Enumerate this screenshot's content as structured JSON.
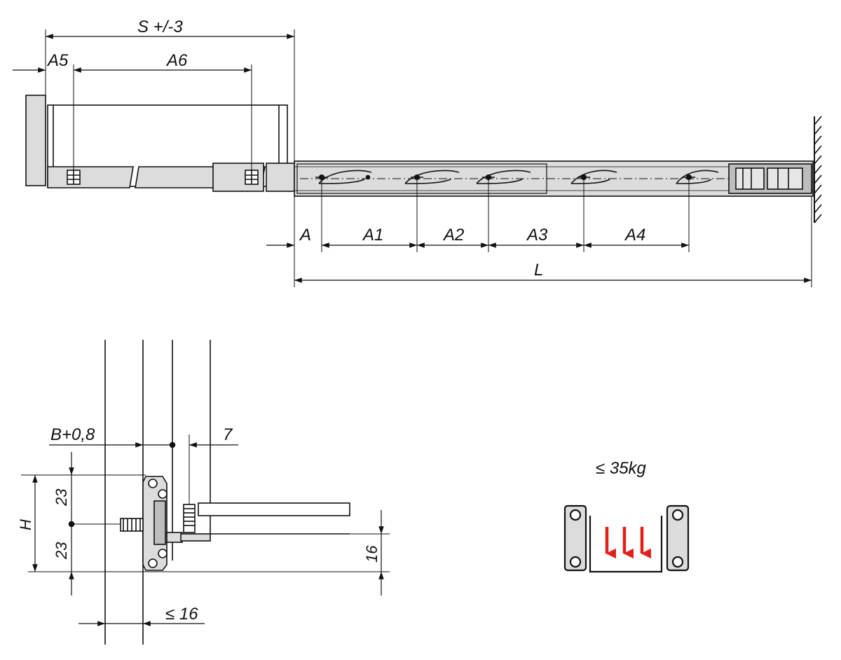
{
  "top_view": {
    "dims": {
      "stroke": "S +/-3",
      "a5": "A5",
      "a6": "A6",
      "a": "A",
      "a1": "A1",
      "a2": "A2",
      "a3": "A3",
      "a4": "A4",
      "length": "L"
    }
  },
  "section_view": {
    "dims": {
      "b_offset": "B+0,8",
      "seven": "7",
      "height": "H",
      "upper_23": "23",
      "lower_23": "23",
      "sixteen": "16",
      "max_16": "≤ 16"
    }
  },
  "load": {
    "label": "≤ 35kg",
    "arrow_color": "#e1201c",
    "rail_fill": "#dcdcdc"
  },
  "colors": {
    "rail_fill": "#dcdcdc",
    "line": "#111111"
  }
}
